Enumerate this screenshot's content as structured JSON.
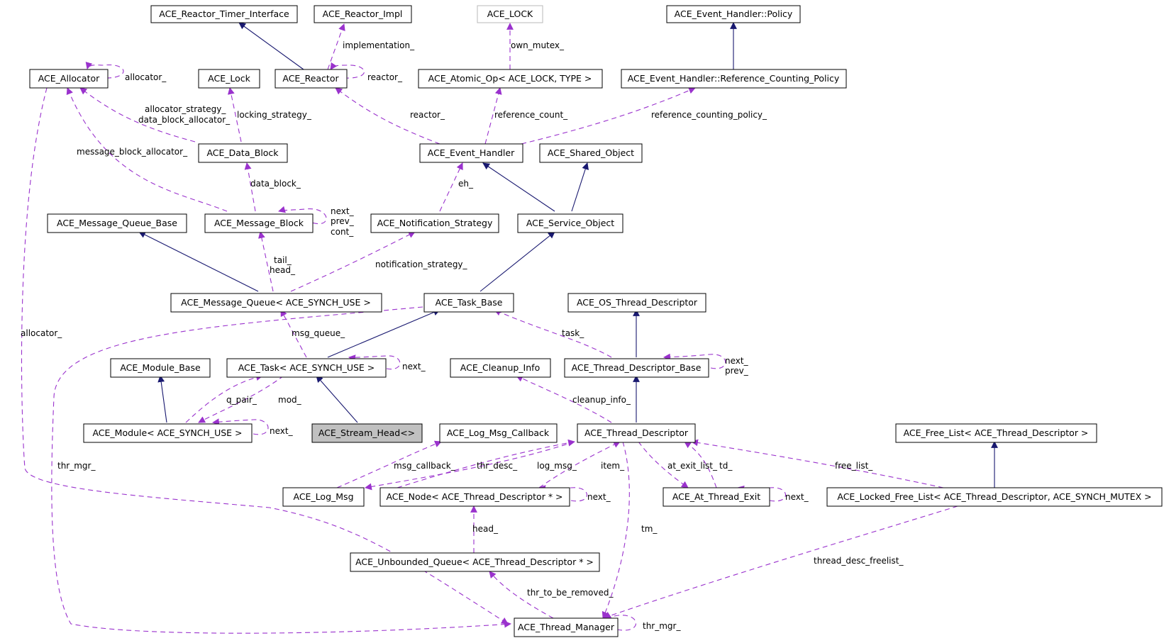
{
  "colors": {
    "inheritance": "#191970",
    "usage": "#9a32cd",
    "focus_fill": "#c0c0c0",
    "grey_border": "#b8b8b8"
  },
  "diagram": {
    "nodes": [
      {
        "id": "reactor_timer_interface",
        "label": "ACE_Reactor_Timer_Interface"
      },
      {
        "id": "reactor_impl",
        "label": "ACE_Reactor_Impl"
      },
      {
        "id": "ace_lock_tpl",
        "label": "ACE_LOCK",
        "style": "grey"
      },
      {
        "id": "eh_policy",
        "label": "ACE_Event_Handler::Policy"
      },
      {
        "id": "allocator",
        "label": "ACE_Allocator"
      },
      {
        "id": "lock",
        "label": "ACE_Lock"
      },
      {
        "id": "reactor",
        "label": "ACE_Reactor"
      },
      {
        "id": "atomic_op",
        "label": "ACE_Atomic_Op< ACE_LOCK, TYPE >"
      },
      {
        "id": "ref_counting_policy",
        "label": "ACE_Event_Handler::Reference_Counting_Policy"
      },
      {
        "id": "data_block",
        "label": "ACE_Data_Block"
      },
      {
        "id": "event_handler",
        "label": "ACE_Event_Handler"
      },
      {
        "id": "shared_object",
        "label": "ACE_Shared_Object"
      },
      {
        "id": "mq_base",
        "label": "ACE_Message_Queue_Base"
      },
      {
        "id": "message_block",
        "label": "ACE_Message_Block"
      },
      {
        "id": "notification_strategy",
        "label": "ACE_Notification_Strategy"
      },
      {
        "id": "service_object",
        "label": "ACE_Service_Object"
      },
      {
        "id": "message_queue",
        "label": "ACE_Message_Queue< ACE_SYNCH_USE >"
      },
      {
        "id": "task_base",
        "label": "ACE_Task_Base"
      },
      {
        "id": "os_thread_descriptor",
        "label": "ACE_OS_Thread_Descriptor"
      },
      {
        "id": "module_base",
        "label": "ACE_Module_Base"
      },
      {
        "id": "task",
        "label": "ACE_Task< ACE_SYNCH_USE >"
      },
      {
        "id": "cleanup_info",
        "label": "ACE_Cleanup_Info"
      },
      {
        "id": "thread_descriptor_base",
        "label": "ACE_Thread_Descriptor_Base"
      },
      {
        "id": "module",
        "label": "ACE_Module< ACE_SYNCH_USE >"
      },
      {
        "id": "stream_head",
        "label": "ACE_Stream_Head<>",
        "style": "focus"
      },
      {
        "id": "log_msg_callback",
        "label": "ACE_Log_Msg_Callback"
      },
      {
        "id": "thread_descriptor",
        "label": "ACE_Thread_Descriptor"
      },
      {
        "id": "free_list",
        "label": "ACE_Free_List< ACE_Thread_Descriptor >"
      },
      {
        "id": "log_msg",
        "label": "ACE_Log_Msg"
      },
      {
        "id": "node_td",
        "label": "ACE_Node< ACE_Thread_Descriptor * >"
      },
      {
        "id": "at_thread_exit",
        "label": "ACE_At_Thread_Exit"
      },
      {
        "id": "locked_free_list",
        "label": "ACE_Locked_Free_List< ACE_Thread_Descriptor, ACE_SYNCH_MUTEX >"
      },
      {
        "id": "unbounded_queue",
        "label": "ACE_Unbounded_Queue< ACE_Thread_Descriptor * >"
      },
      {
        "id": "thread_manager",
        "label": "ACE_Thread_Manager"
      }
    ],
    "edge_labels": [
      "allocator_",
      "implementation_",
      "own_mutex_",
      "reactor_",
      "allocator_strategy_",
      "data_block_allocator_",
      "locking_strategy_",
      "reactor_",
      "reference_count_",
      "reference_counting_policy_",
      "message_block_allocator_",
      "data_block_",
      "eh_",
      "next_",
      "prev_",
      "cont_",
      "tail_",
      "head_",
      "notification_strategy_",
      "allocator_",
      "msg_queue_",
      "task_",
      "next_",
      "next_",
      "prev_",
      "q_pair_",
      "mod_",
      "cleanup_info_",
      "next_",
      "thr_mgr_",
      "msg_callback_",
      "thr_desc_",
      "log_msg_",
      "item_",
      "at_exit_list_",
      "td_",
      "free_list_",
      "next_",
      "next_",
      "head_",
      "tm_",
      "thread_desc_freelist_",
      "thr_to_be_removed_",
      "thr_mgr_"
    ]
  }
}
